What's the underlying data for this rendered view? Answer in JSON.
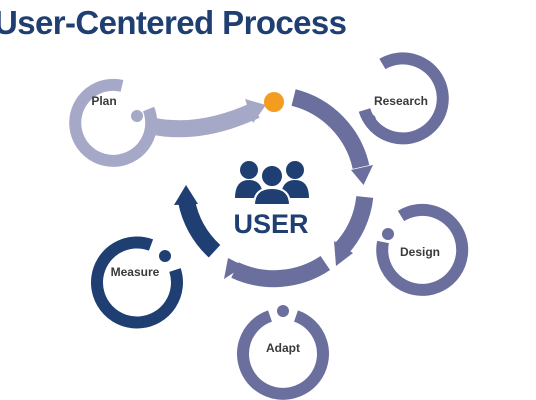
{
  "title": "User-Centered Process",
  "center": {
    "label": "USER",
    "icon": "people-icon"
  },
  "stages": [
    {
      "label": "Plan",
      "icon": "ring-node",
      "color": "#a6a8c7"
    },
    {
      "label": "Research",
      "icon": "ring-node",
      "color": "#6b6f9d"
    },
    {
      "label": "Design",
      "icon": "ring-node",
      "color": "#6b6f9d"
    },
    {
      "label": "Adapt",
      "icon": "ring-node",
      "color": "#6b6f9d"
    },
    {
      "label": "Measure",
      "icon": "ring-node",
      "color": "#1f3f73"
    }
  ],
  "colors": {
    "title": "#1f3f73",
    "light": "#a6a8c7",
    "medium": "#6b6f9d",
    "dark": "#1f3f73",
    "start_dot": "#f39c1f"
  }
}
